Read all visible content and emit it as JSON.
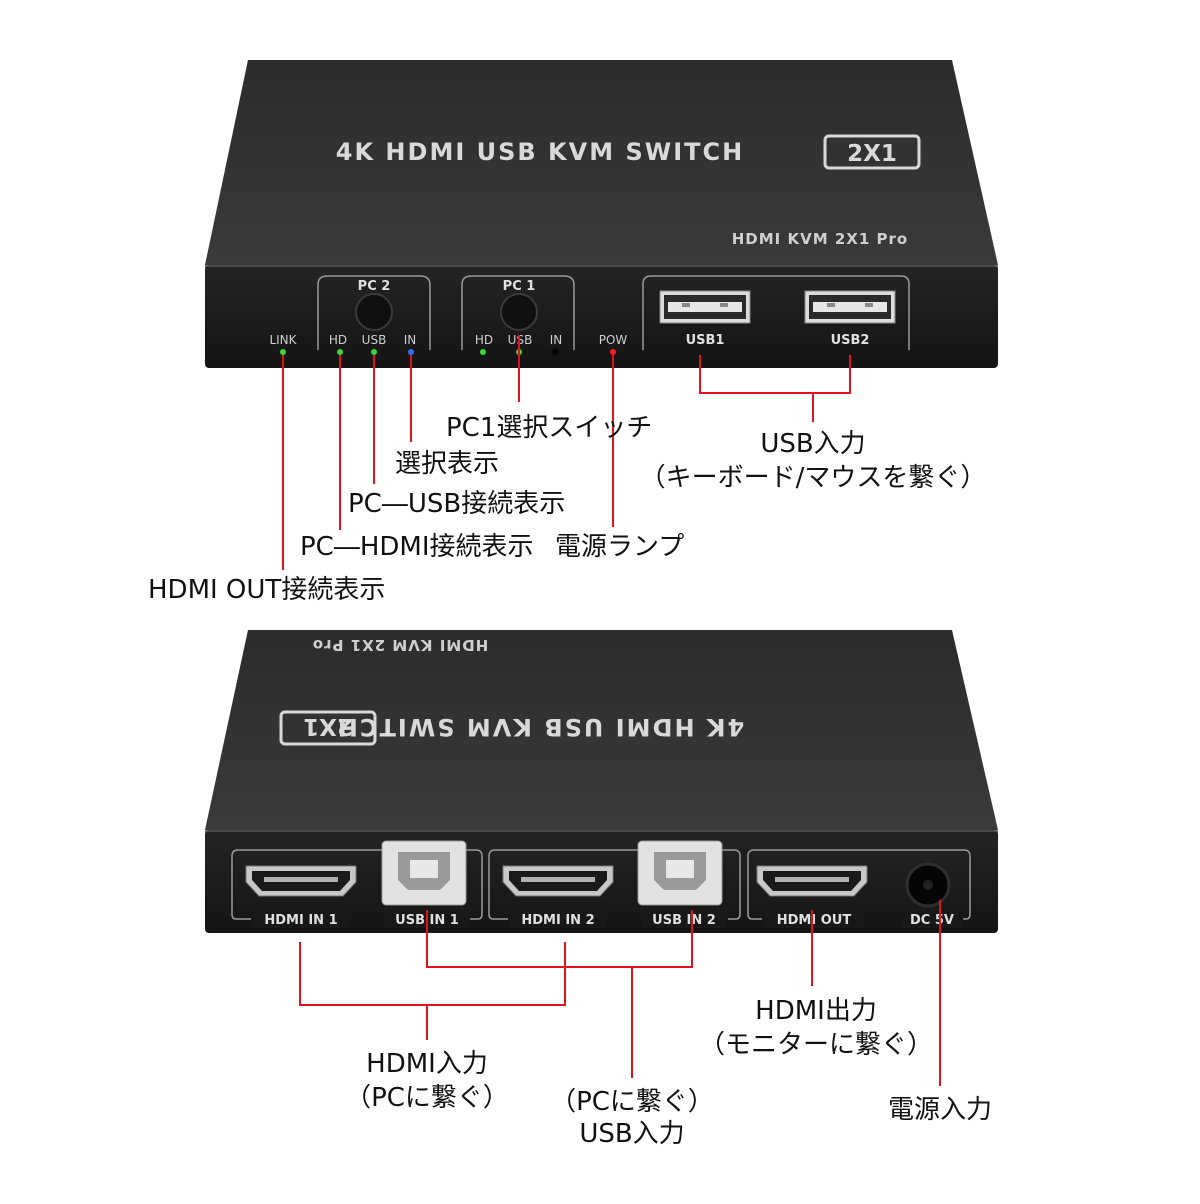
{
  "front": {
    "title": "4K HDMI USB KVM SWITCH",
    "badge": "2X1",
    "model": "HDMI KVM 2X1 Pro",
    "pc2_label": "PC 2",
    "pc1_label": "PC 1",
    "link_label": "LINK",
    "hd_label": "HD",
    "usb_label": "USB",
    "in_label": "IN",
    "pow_label": "POW",
    "usb1_label": "USB1",
    "usb2_label": "USB2"
  },
  "back": {
    "title": "4K HDMI USB KVM SWITCH",
    "badge": "2X1",
    "model": "HDMI KVM 2X1 Pro",
    "hdmi_in1": "HDMI IN 1",
    "usb_in1": "USB IN 1",
    "hdmi_in2": "HDMI IN 2",
    "usb_in2": "USB IN 2",
    "hdmi_out": "HDMI OUT",
    "dc": "DC 5V"
  },
  "callouts": {
    "pc1_switch": "PC1選択スイッチ",
    "select_display": "選択表示",
    "pc_usb": "PC―USB接続表示",
    "pc_hdmi": "PC―HDMI接続表示",
    "power_lamp": "電源ランプ",
    "hdmi_out_conn": "HDMI OUT接続表示",
    "usb_input": "USB入力",
    "usb_input_sub": "（キーボード/マウスを繋ぐ）",
    "hdmi_output": "HDMI出力",
    "hdmi_output_sub": "（モニターに繋ぐ）",
    "hdmi_input": "HDMI入力",
    "hdmi_input_sub": "（PCに繋ぐ）",
    "usb_in_pc": "（PCに繋ぐ）",
    "usb_in_pc_sub": "USB入力",
    "power_input": "電源入力"
  },
  "colors": {
    "leader": "#e0141e",
    "body_dark": "#1b1b1b",
    "body_top": "#2a2a2a",
    "led_green": "#33dd33",
    "led_blue": "#2f6dff",
    "led_red": "#ff2020"
  }
}
